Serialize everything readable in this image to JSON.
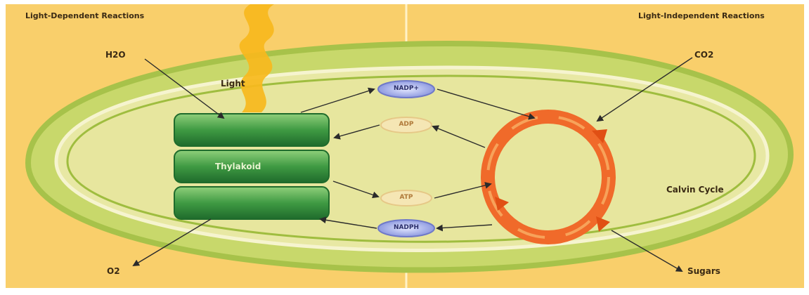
{
  "diagram": {
    "title_left": "Light-Dependent Reactions",
    "title_right": "Light-Independent Reactions",
    "inputs": {
      "water": "H2O",
      "light": "Light",
      "carbon_dioxide": "CO2"
    },
    "outputs": {
      "oxygen": "O2",
      "sugars": "Sugars"
    },
    "structures": {
      "thylakoid": "Thylakoid",
      "cycle": "Calvin Cycle"
    },
    "carriers": {
      "nadp": "NADP+",
      "adp": "ADP",
      "atp": "ATP",
      "nadph": "NADPH"
    },
    "colors": {
      "background": "#f9cf6b",
      "stroma": "#e7e69e",
      "membrane": "#9fbd3f",
      "thylakoid": "#2e8a3a",
      "cycle": "#f06a2a",
      "carrier_blue": "#aab4ea",
      "carrier_cream": "#f5e6b4",
      "light": "#f7b81d"
    }
  }
}
